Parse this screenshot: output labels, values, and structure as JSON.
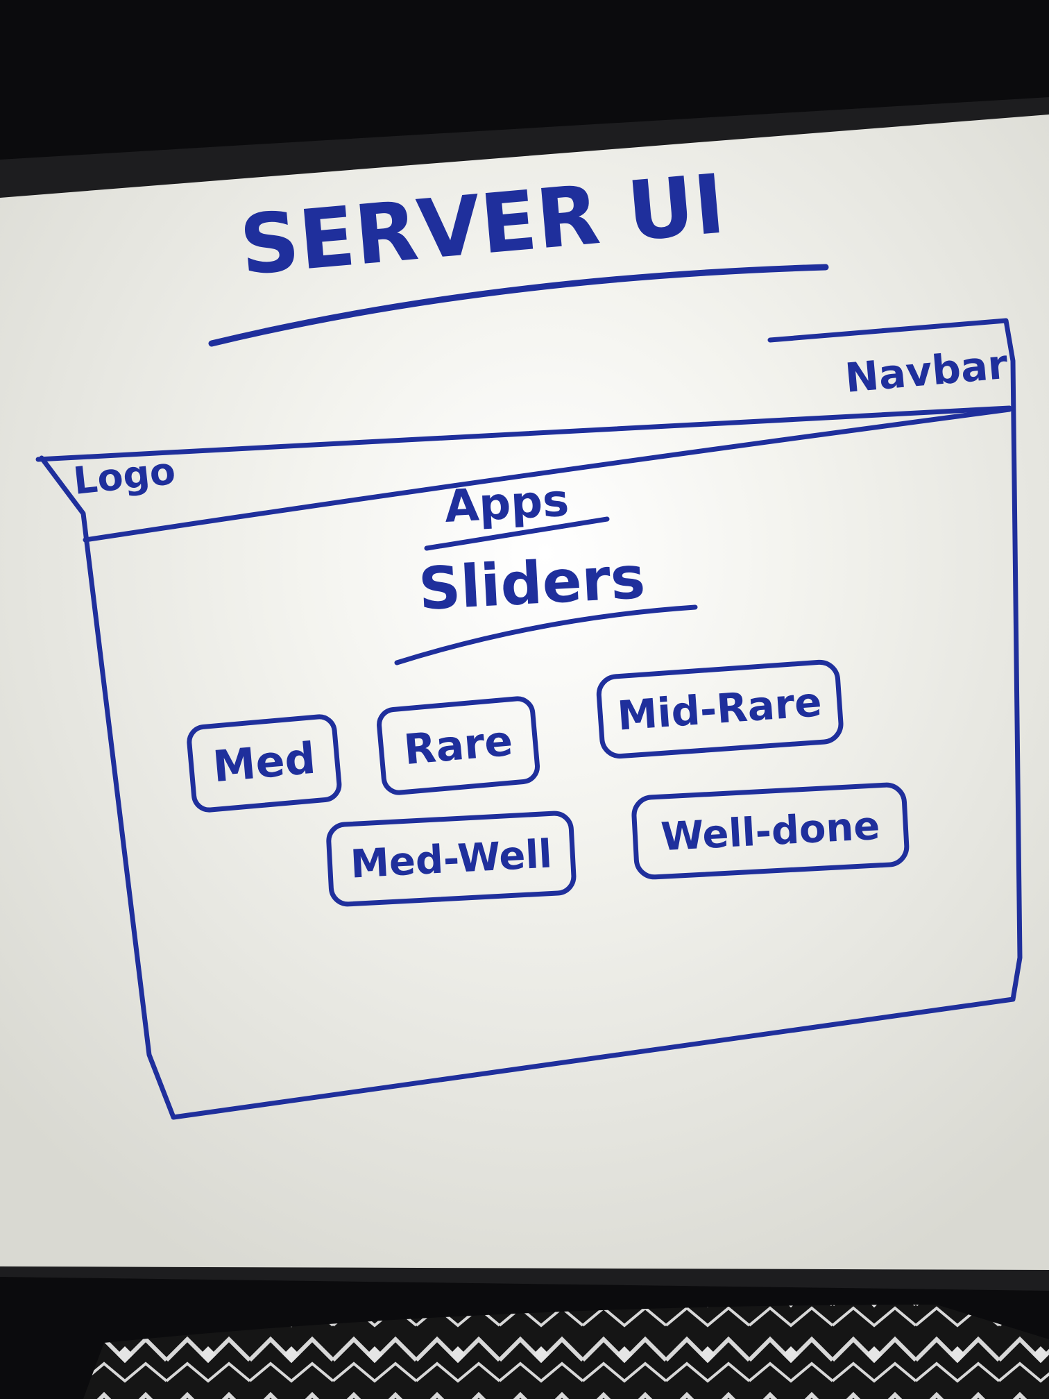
{
  "whiteboard": {
    "title": "SERVER UI",
    "navbar_label": "Navbar",
    "logo_label": "Logo",
    "apps_label": "Apps",
    "sliders_label": "Sliders",
    "buttons": {
      "med": "Med",
      "rare": "Rare",
      "mid_rare": "Mid-Rare",
      "med_well": "Med-Well",
      "well_done": "Well-done"
    }
  },
  "colors": {
    "ink": "#1f2f9c",
    "board": "#f1f1ec",
    "background": "#0b0b0d"
  }
}
